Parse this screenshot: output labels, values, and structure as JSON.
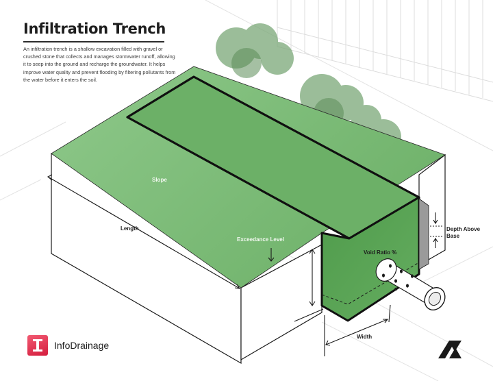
{
  "title": "Infiltration Trench",
  "description": "An infiltration trench is a shallow excavation filled with gravel or crushed stone that collects and manages stormwater runoff, allowing it to seep into the ground and recharge the groundwater. It helps improve water quality and prevent flooding by filtering pollutants from the water before it enters the soil.",
  "labels": {
    "slope": "Slope",
    "length": "Length",
    "exceedance_level": "Exceedance Level",
    "void_ratio": "Void Ratio %",
    "depth_above_base": "Depth Above Base",
    "width": "Width"
  },
  "brand": {
    "name": "InfoDrainage",
    "icon": "infodrainage-logo-icon",
    "mark_letter": "I",
    "accent": "#d8233f"
  },
  "corner_logo": "autodesk-logo-icon",
  "colors": {
    "grass": "#8fc48b",
    "trench": "#5fa85a",
    "outline": "#101010",
    "tree": "#6f9f6c"
  }
}
